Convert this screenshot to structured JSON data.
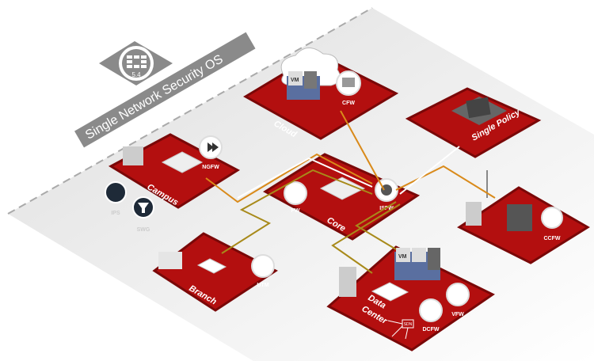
{
  "os_badge": {
    "version": "5.4",
    "banner": "Single Network Security OS"
  },
  "zones": {
    "cloud": {
      "label": "Cloud",
      "vm": "VM",
      "icon_label": "CFW"
    },
    "policy": {
      "label": "Single Policy"
    },
    "campus": {
      "label": "Campus",
      "icon_label": "NGFW"
    },
    "core": {
      "label": "Core",
      "fw_label": "FW",
      "isfw_label": "ISFW"
    },
    "ccfw": {
      "icon_label": "CCFW"
    },
    "branch": {
      "label": "Branch",
      "icon_label": "UTM"
    },
    "datacenter": {
      "label_line1": "Data",
      "label_line2": "Center",
      "vm": "VM",
      "dcfw_label": "DCFW",
      "vfw_label": "VFW",
      "sdn_label": "SDN"
    }
  },
  "side_icons": {
    "ips": "IPS",
    "swg": "SWG"
  },
  "colors": {
    "tile": "#b30f0f",
    "tile_edge": "#7a0808",
    "link": "#d98a1a",
    "link_alt": "#a88a1a",
    "band": "#e8e8e8",
    "banner": "#8a8a8a"
  }
}
